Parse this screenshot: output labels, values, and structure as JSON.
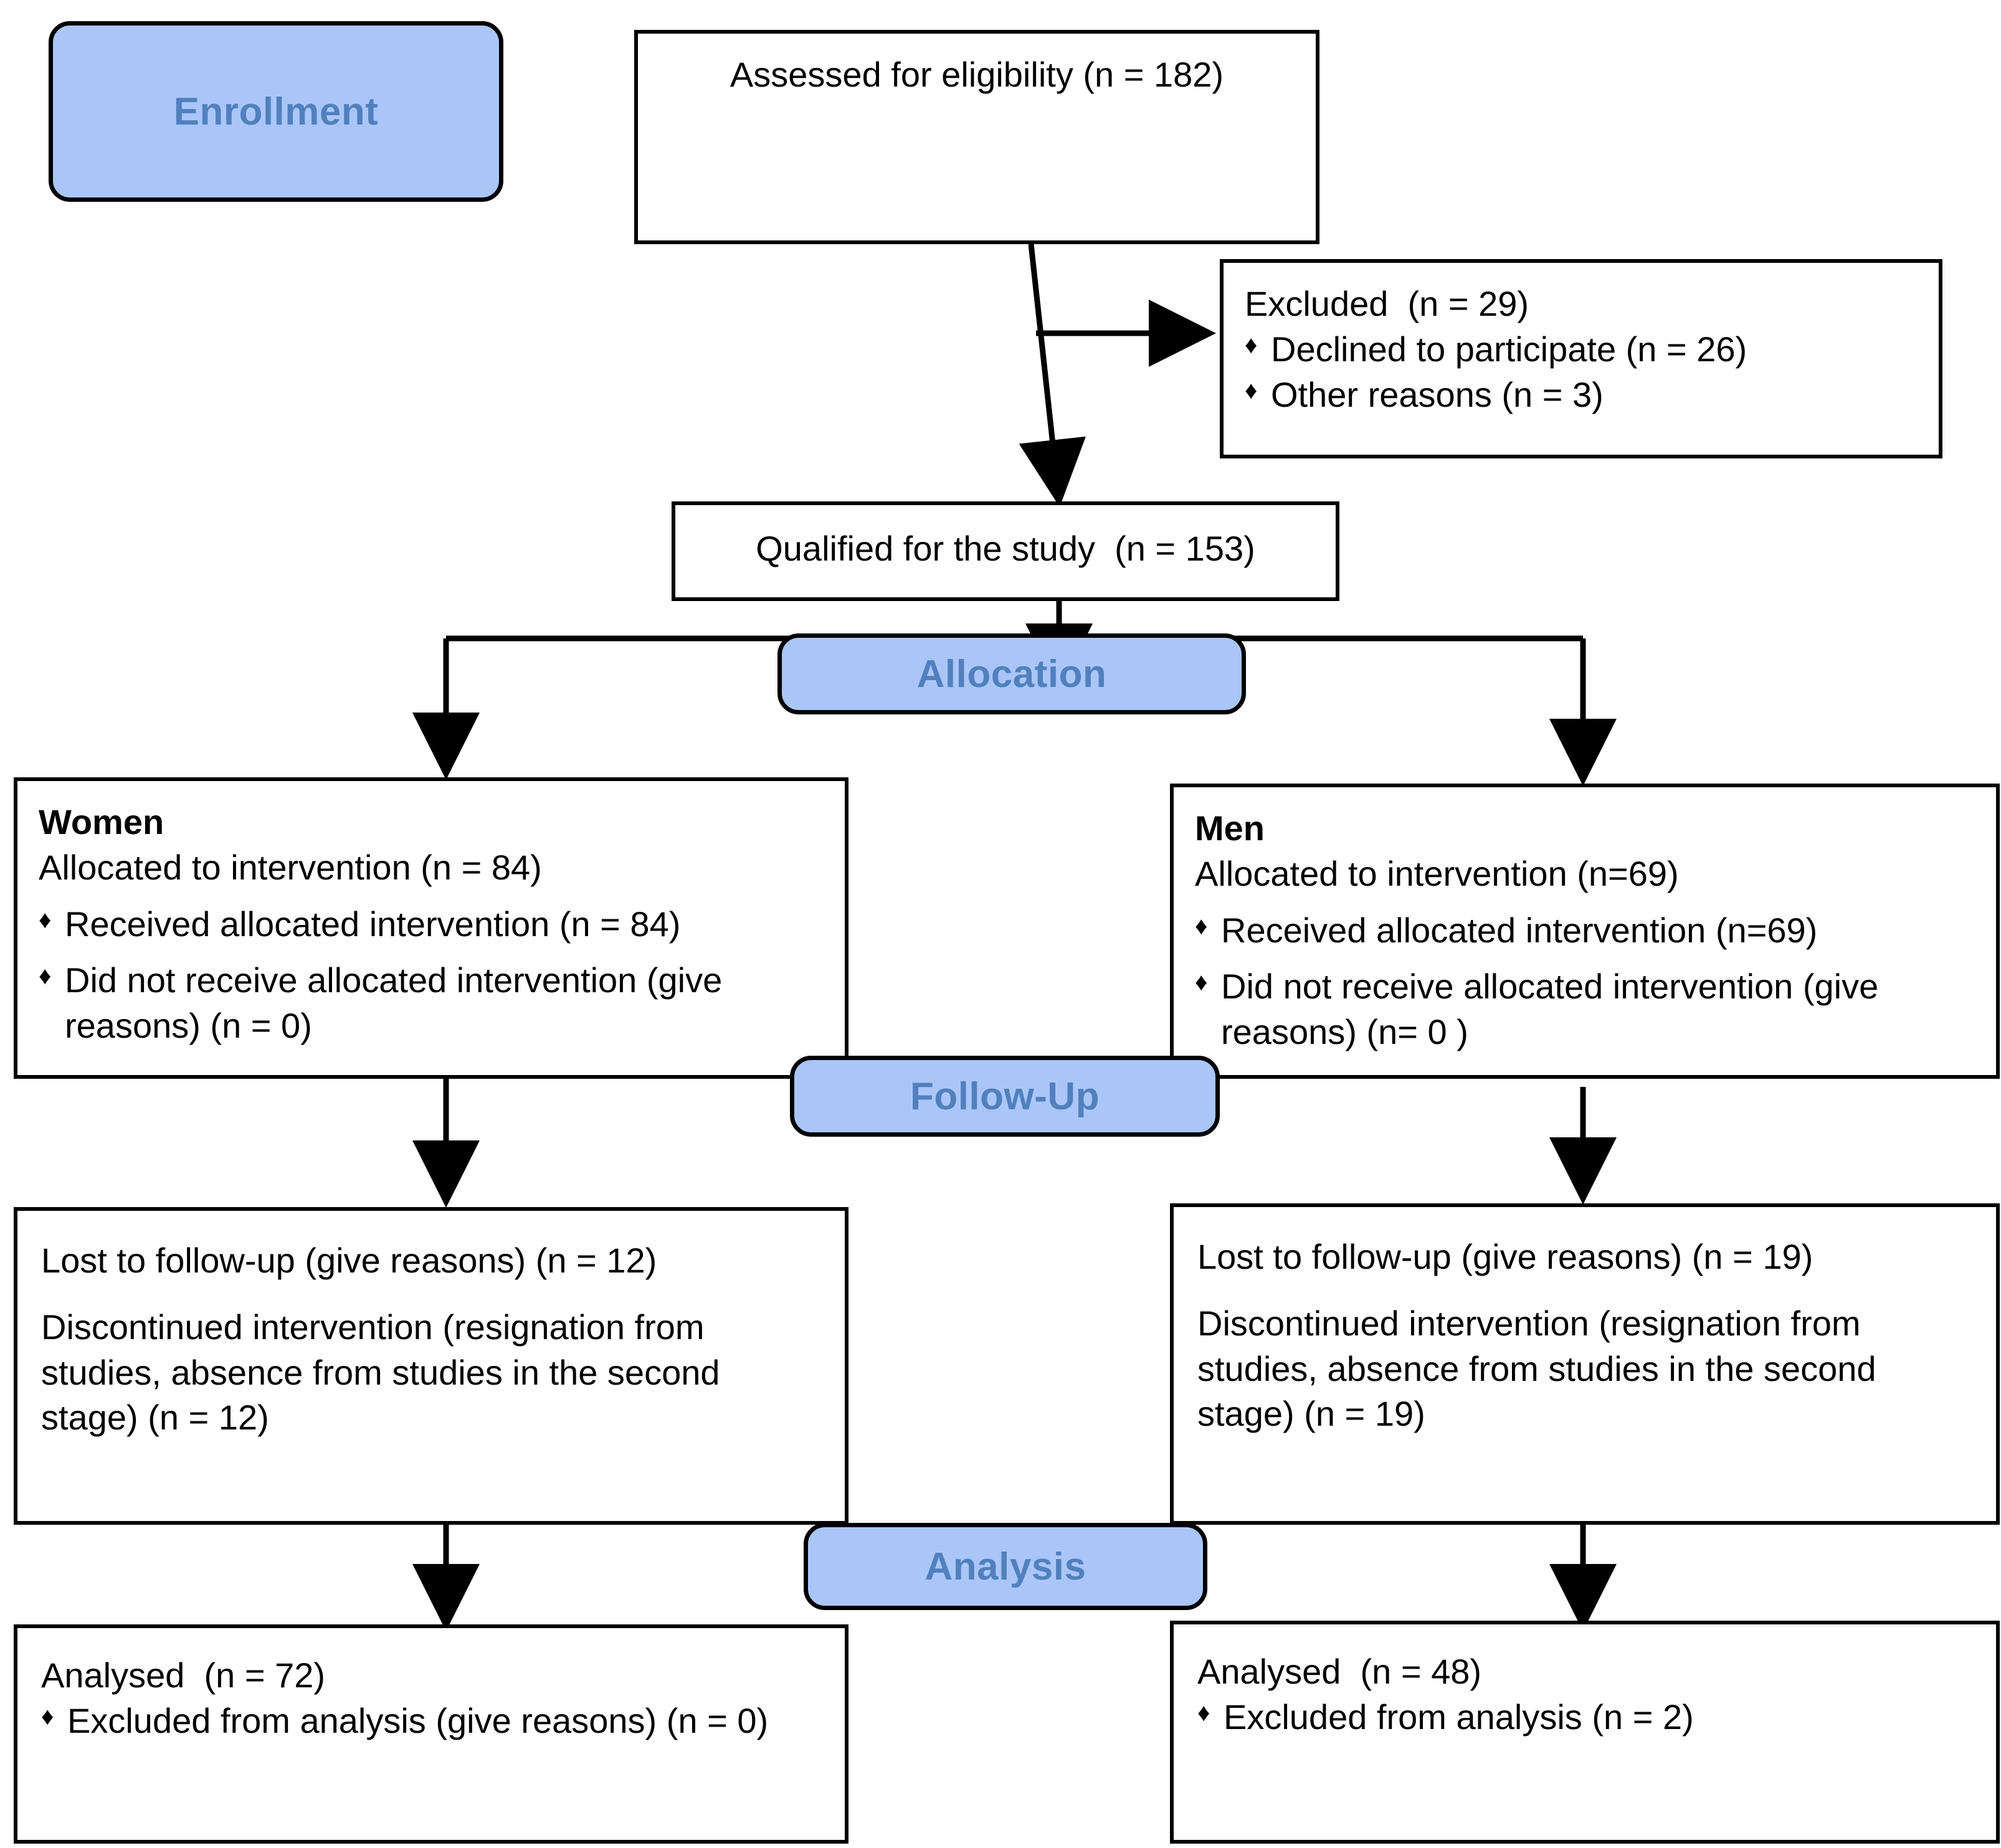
{
  "theme": {
    "phase_fill": "#AAC6F8",
    "phase_text": "#5180BD",
    "stroke": "#000000",
    "box_fill": "#FFFFFF",
    "body_text": "#000000"
  },
  "diagram": {
    "type": "consort-flow-diagram",
    "title": "CONSORT participant flow diagram"
  },
  "phases": {
    "enrollment": "Enrollment",
    "allocation": "Allocation",
    "follow_up": "Follow-Up",
    "analysis": "Analysis"
  },
  "nodes": {
    "assessed": {
      "text": "Assessed for eligibility (n = 182)"
    },
    "excluded": {
      "heading": "Excluded  (n = 29)",
      "bullets": [
        "Declined to participate (n = 26)",
        "Other reasons (n = 3)"
      ],
      "bullet_glyph": "♦"
    },
    "qualified": {
      "text": "Qualified for the study  (n = 153)"
    },
    "women_allocation": {
      "heading": "Women",
      "line": "Allocated to intervention (n = 84)",
      "bullets": [
        "Received allocated intervention (n = 84)",
        "Did not receive allocated intervention (give reasons) (n = 0)"
      ],
      "bullet_glyph": "♦"
    },
    "men_allocation": {
      "heading": "Men",
      "line": "Allocated to intervention (n=69)",
      "bullets": [
        "Received allocated intervention (n=69)",
        "Did not receive allocated intervention (give reasons) (n= 0 )"
      ],
      "bullet_glyph": "♦"
    },
    "women_followup": {
      "line1": "Lost to follow-up (give reasons) (n = 12)",
      "line2": "Discontinued intervention (resignation from studies, absence from studies in the second stage) (n = 12)"
    },
    "men_followup": {
      "line1": "Lost to follow-up (give reasons) (n = 19)",
      "line2": "Discontinued intervention (resignation from studies, absence from studies in the second stage) (n = 19)"
    },
    "women_analysis": {
      "heading": "Analysed  (n = 72)",
      "bullets": [
        "Excluded from analysis (give reasons) (n = 0)"
      ],
      "bullet_glyph": "♦"
    },
    "men_analysis": {
      "heading": "Analysed  (n = 48)",
      "bullets": [
        "Excluded from analysis (n = 2)"
      ],
      "bullet_glyph": "♦"
    }
  },
  "flow_data": {
    "assessed_n": 182,
    "excluded_n": 29,
    "declined_n": 26,
    "other_reasons_n": 3,
    "qualified_n": 153,
    "women_allocated_n": 84,
    "women_received_n": 84,
    "women_not_received_n": 0,
    "men_allocated_n": 69,
    "men_received_n": 69,
    "men_not_received_n": 0,
    "women_lost_n": 12,
    "women_discontinued_n": 12,
    "men_lost_n": 19,
    "men_discontinued_n": 19,
    "women_analysed_n": 72,
    "women_excluded_analysis_n": 0,
    "men_analysed_n": 48,
    "men_excluded_analysis_n": 2
  }
}
